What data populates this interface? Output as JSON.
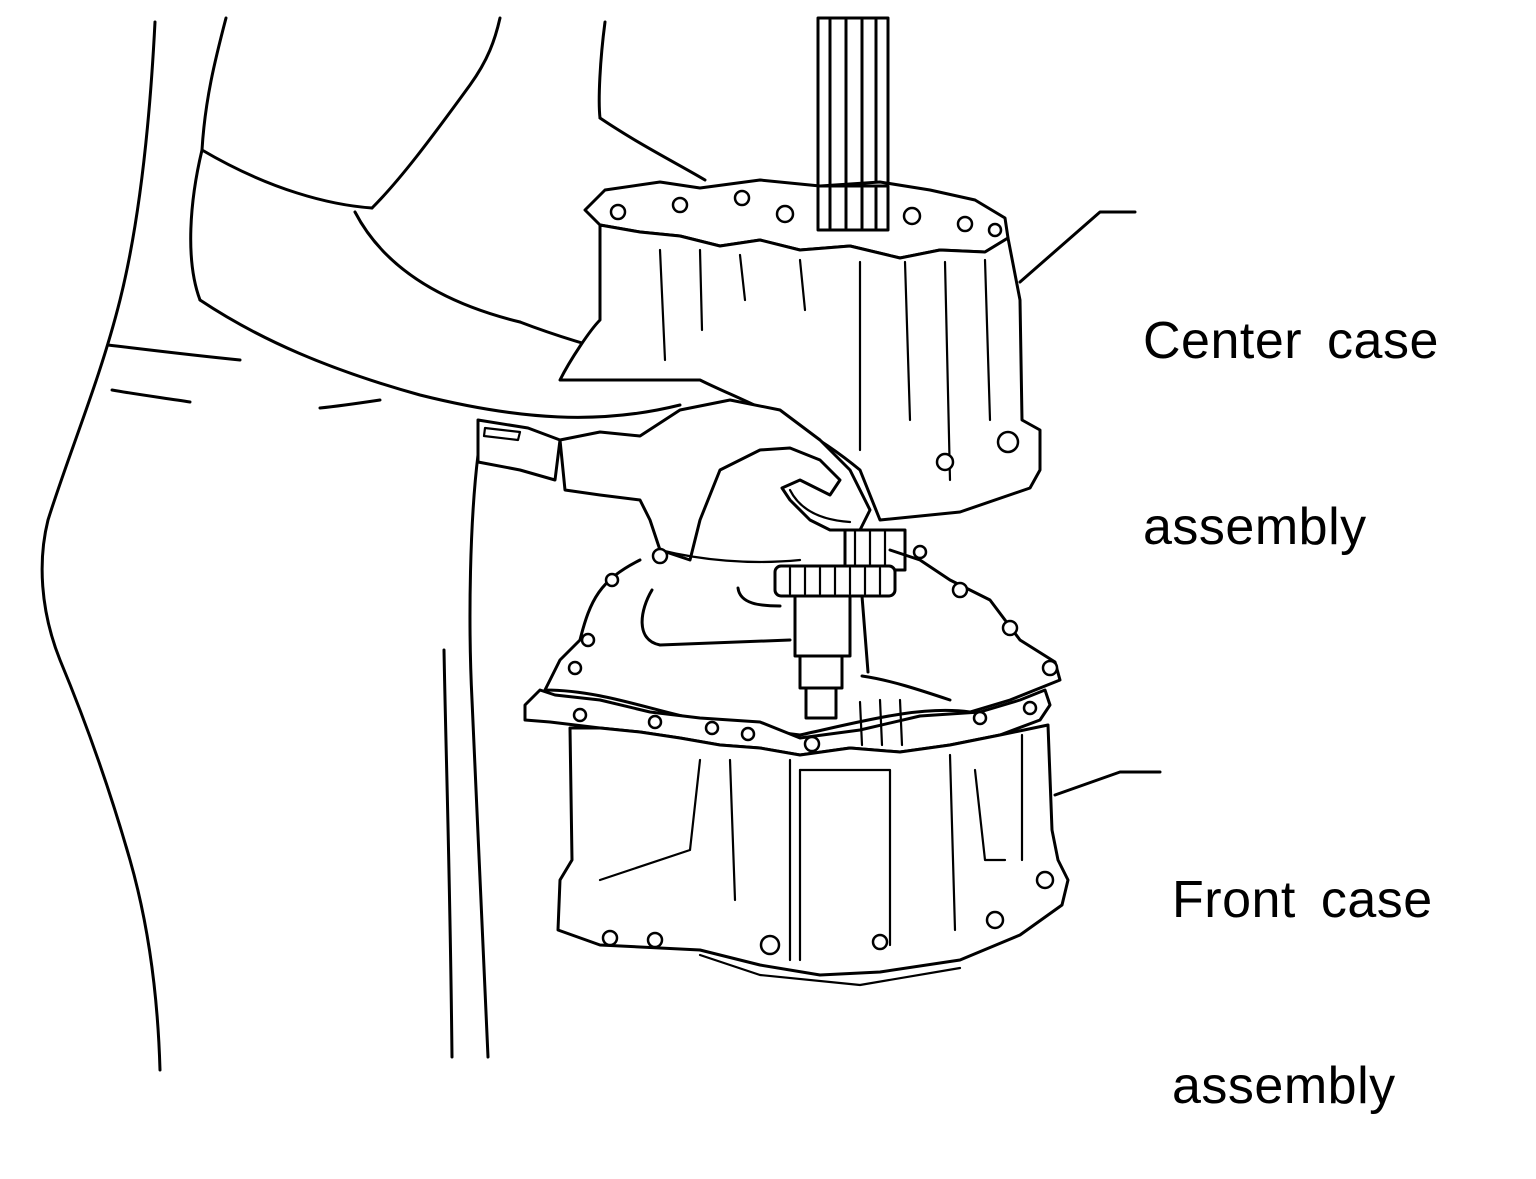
{
  "labels": {
    "center_case": {
      "line1": "Center case",
      "line2": "assembly"
    },
    "front_case": {
      "line1": "Front case",
      "line2": "assembly"
    }
  },
  "colors": {
    "ink": "#000000",
    "background": "#ffffff"
  }
}
